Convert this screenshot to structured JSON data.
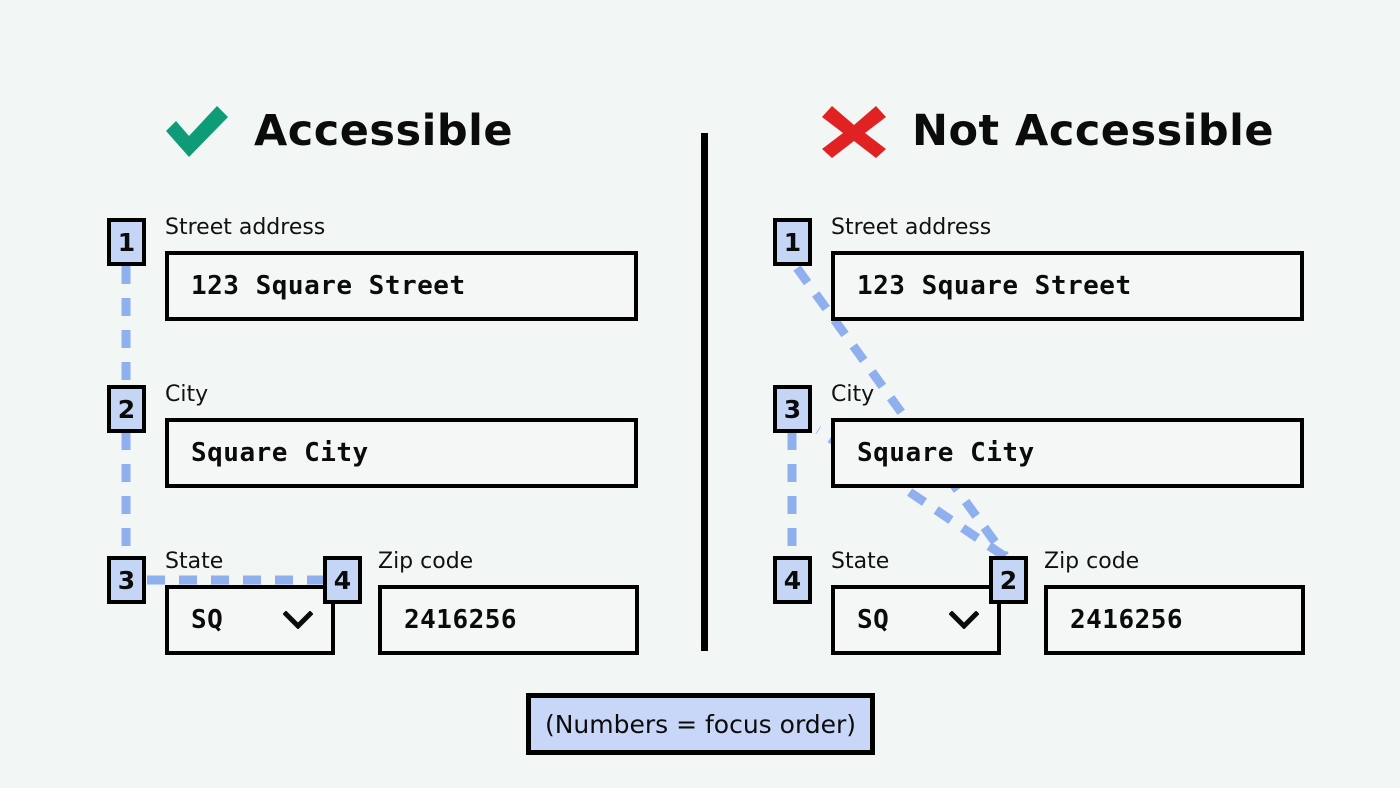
{
  "background_color": "#f2f6f5",
  "accent_colors": {
    "check_green": "#0e9b78",
    "cross_red": "#e02222",
    "badge_fill": "#c5d5f6",
    "badge_border": "#000000",
    "connector_blue": "#8fafee",
    "caption_fill": "#c8d7f8",
    "box_border": "#000000"
  },
  "panels": [
    {
      "id": "accessible",
      "title": "Accessible",
      "icon": "check-icon",
      "icon_color": "#0e9b78",
      "focus_order": [
        1,
        2,
        3,
        4
      ],
      "fields": [
        {
          "label": "Street address",
          "value": "123 Square Street",
          "badge": "1",
          "type": "text"
        },
        {
          "label": "City",
          "value": "Square City",
          "badge": "2",
          "type": "text"
        },
        {
          "label": "State",
          "value": "SQ",
          "badge": "3",
          "type": "select"
        },
        {
          "label": "Zip code",
          "value": "2416256",
          "badge": "4",
          "type": "text"
        }
      ]
    },
    {
      "id": "not-accessible",
      "title": "Not Accessible",
      "icon": "cross-icon",
      "icon_color": "#e02222",
      "focus_order": [
        1,
        3,
        4,
        2
      ],
      "fields": [
        {
          "label": "Street address",
          "value": "123 Square Street",
          "badge": "1",
          "type": "text"
        },
        {
          "label": "City",
          "value": "Square City",
          "badge": "3",
          "type": "text"
        },
        {
          "label": "State",
          "value": "SQ",
          "badge": "4",
          "type": "select"
        },
        {
          "label": "Zip code",
          "value": "2416256",
          "badge": "2",
          "type": "text"
        }
      ]
    }
  ],
  "caption": "(Numbers = focus order)"
}
